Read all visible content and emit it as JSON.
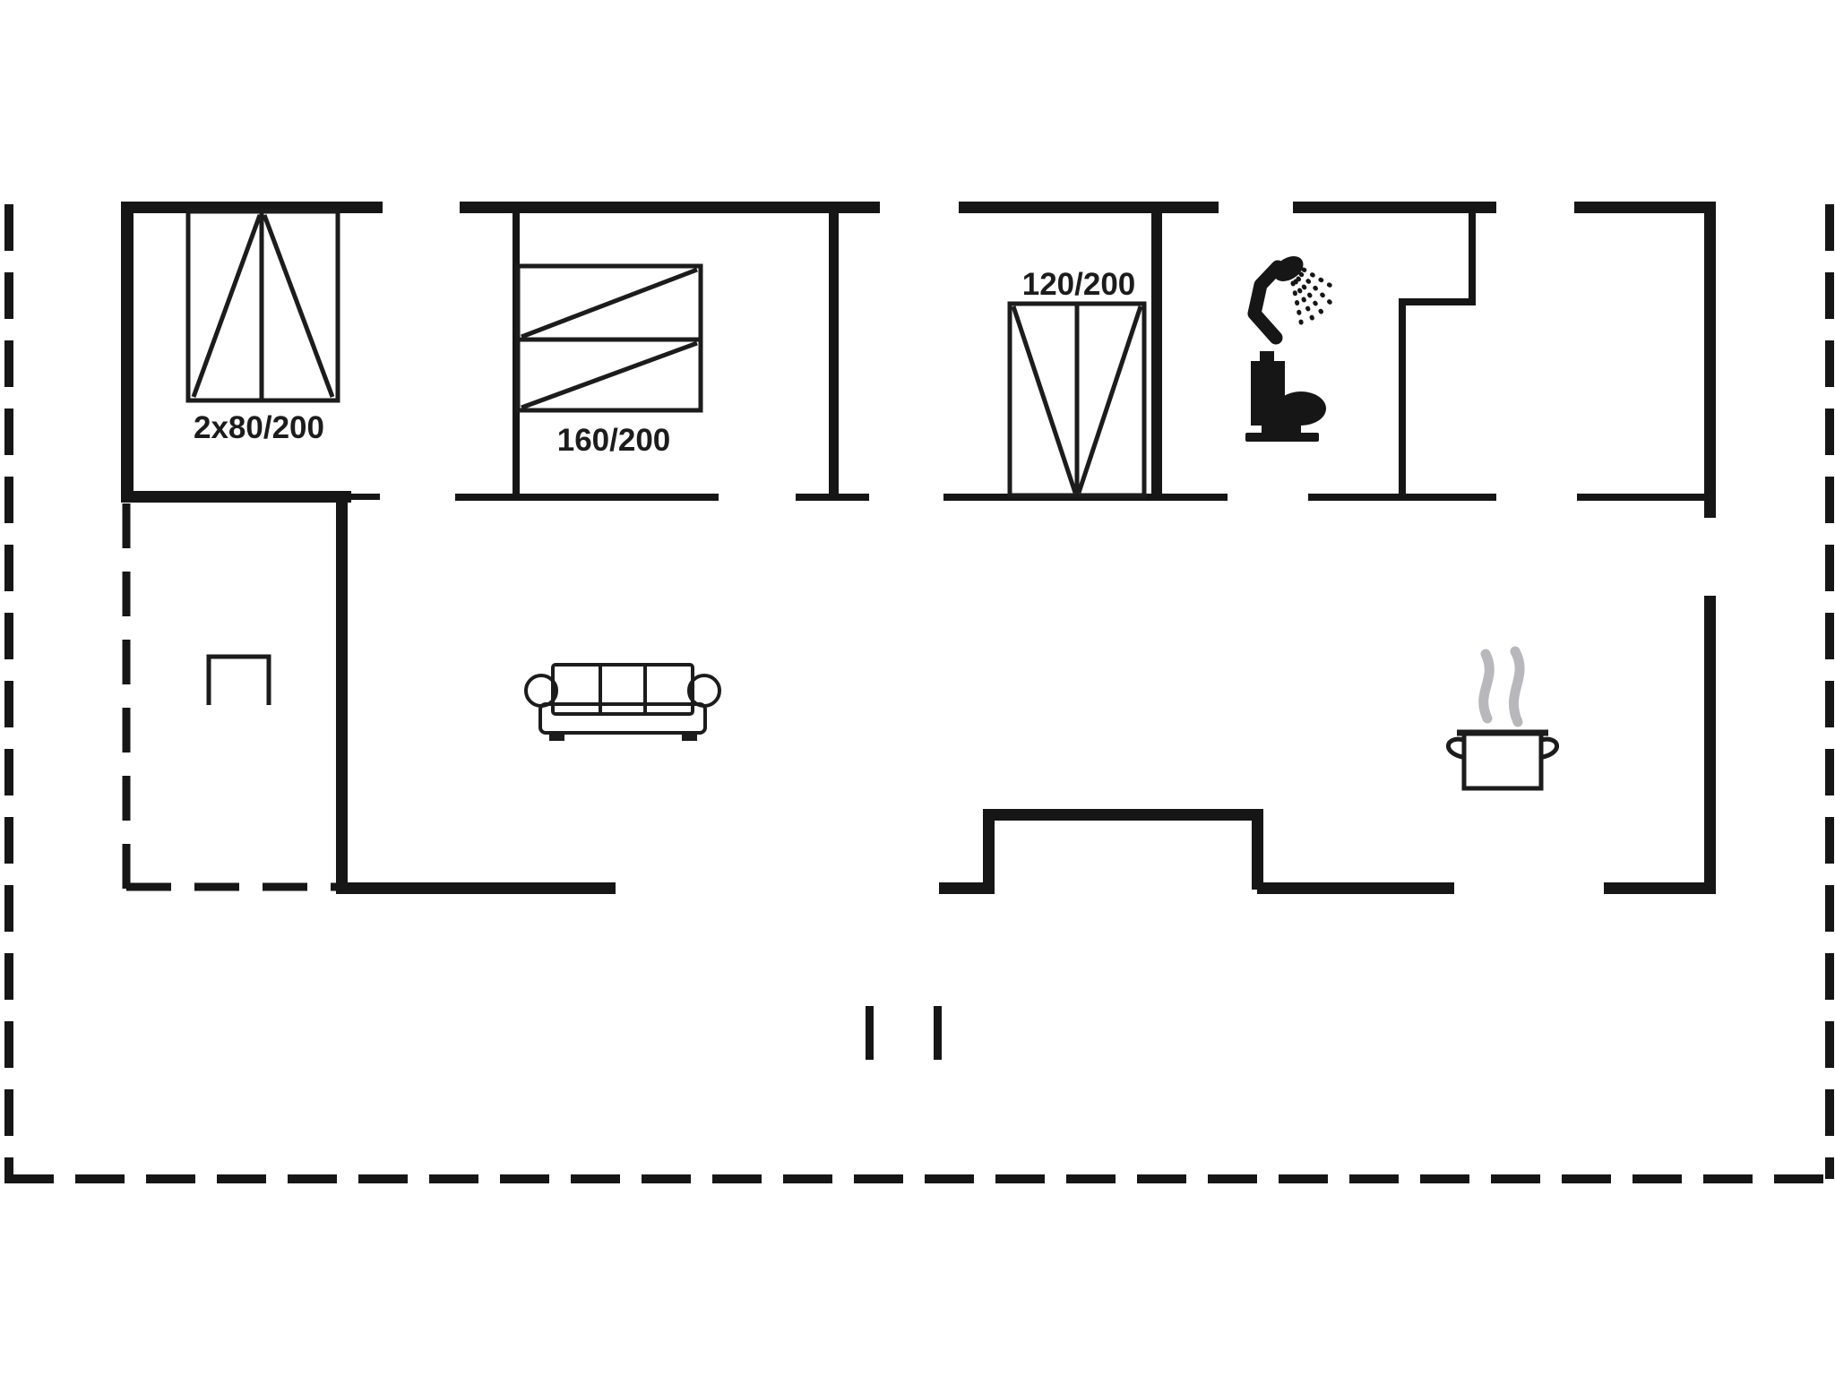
{
  "plan": {
    "type": "floor-plan",
    "labels": {
      "bed1": "2x80/200",
      "bed2": "160/200",
      "bed3": "120/200"
    },
    "colors": {
      "wall": "#161616",
      "line": "#1c1c1c",
      "steam": "#b8b8bc",
      "background": "#ffffff"
    },
    "icons": [
      {
        "name": "double-bed-icon",
        "label": "2x80/200"
      },
      {
        "name": "double-bed-icon",
        "label": "160/200"
      },
      {
        "name": "wide-bed-icon",
        "label": "120/200"
      },
      {
        "name": "shower-icon"
      },
      {
        "name": "toilet-icon"
      },
      {
        "name": "sofa-icon"
      },
      {
        "name": "cooking-pot-icon"
      },
      {
        "name": "terrace-dashed-boundary"
      },
      {
        "name": "porch-dashed-boundary"
      }
    ]
  }
}
